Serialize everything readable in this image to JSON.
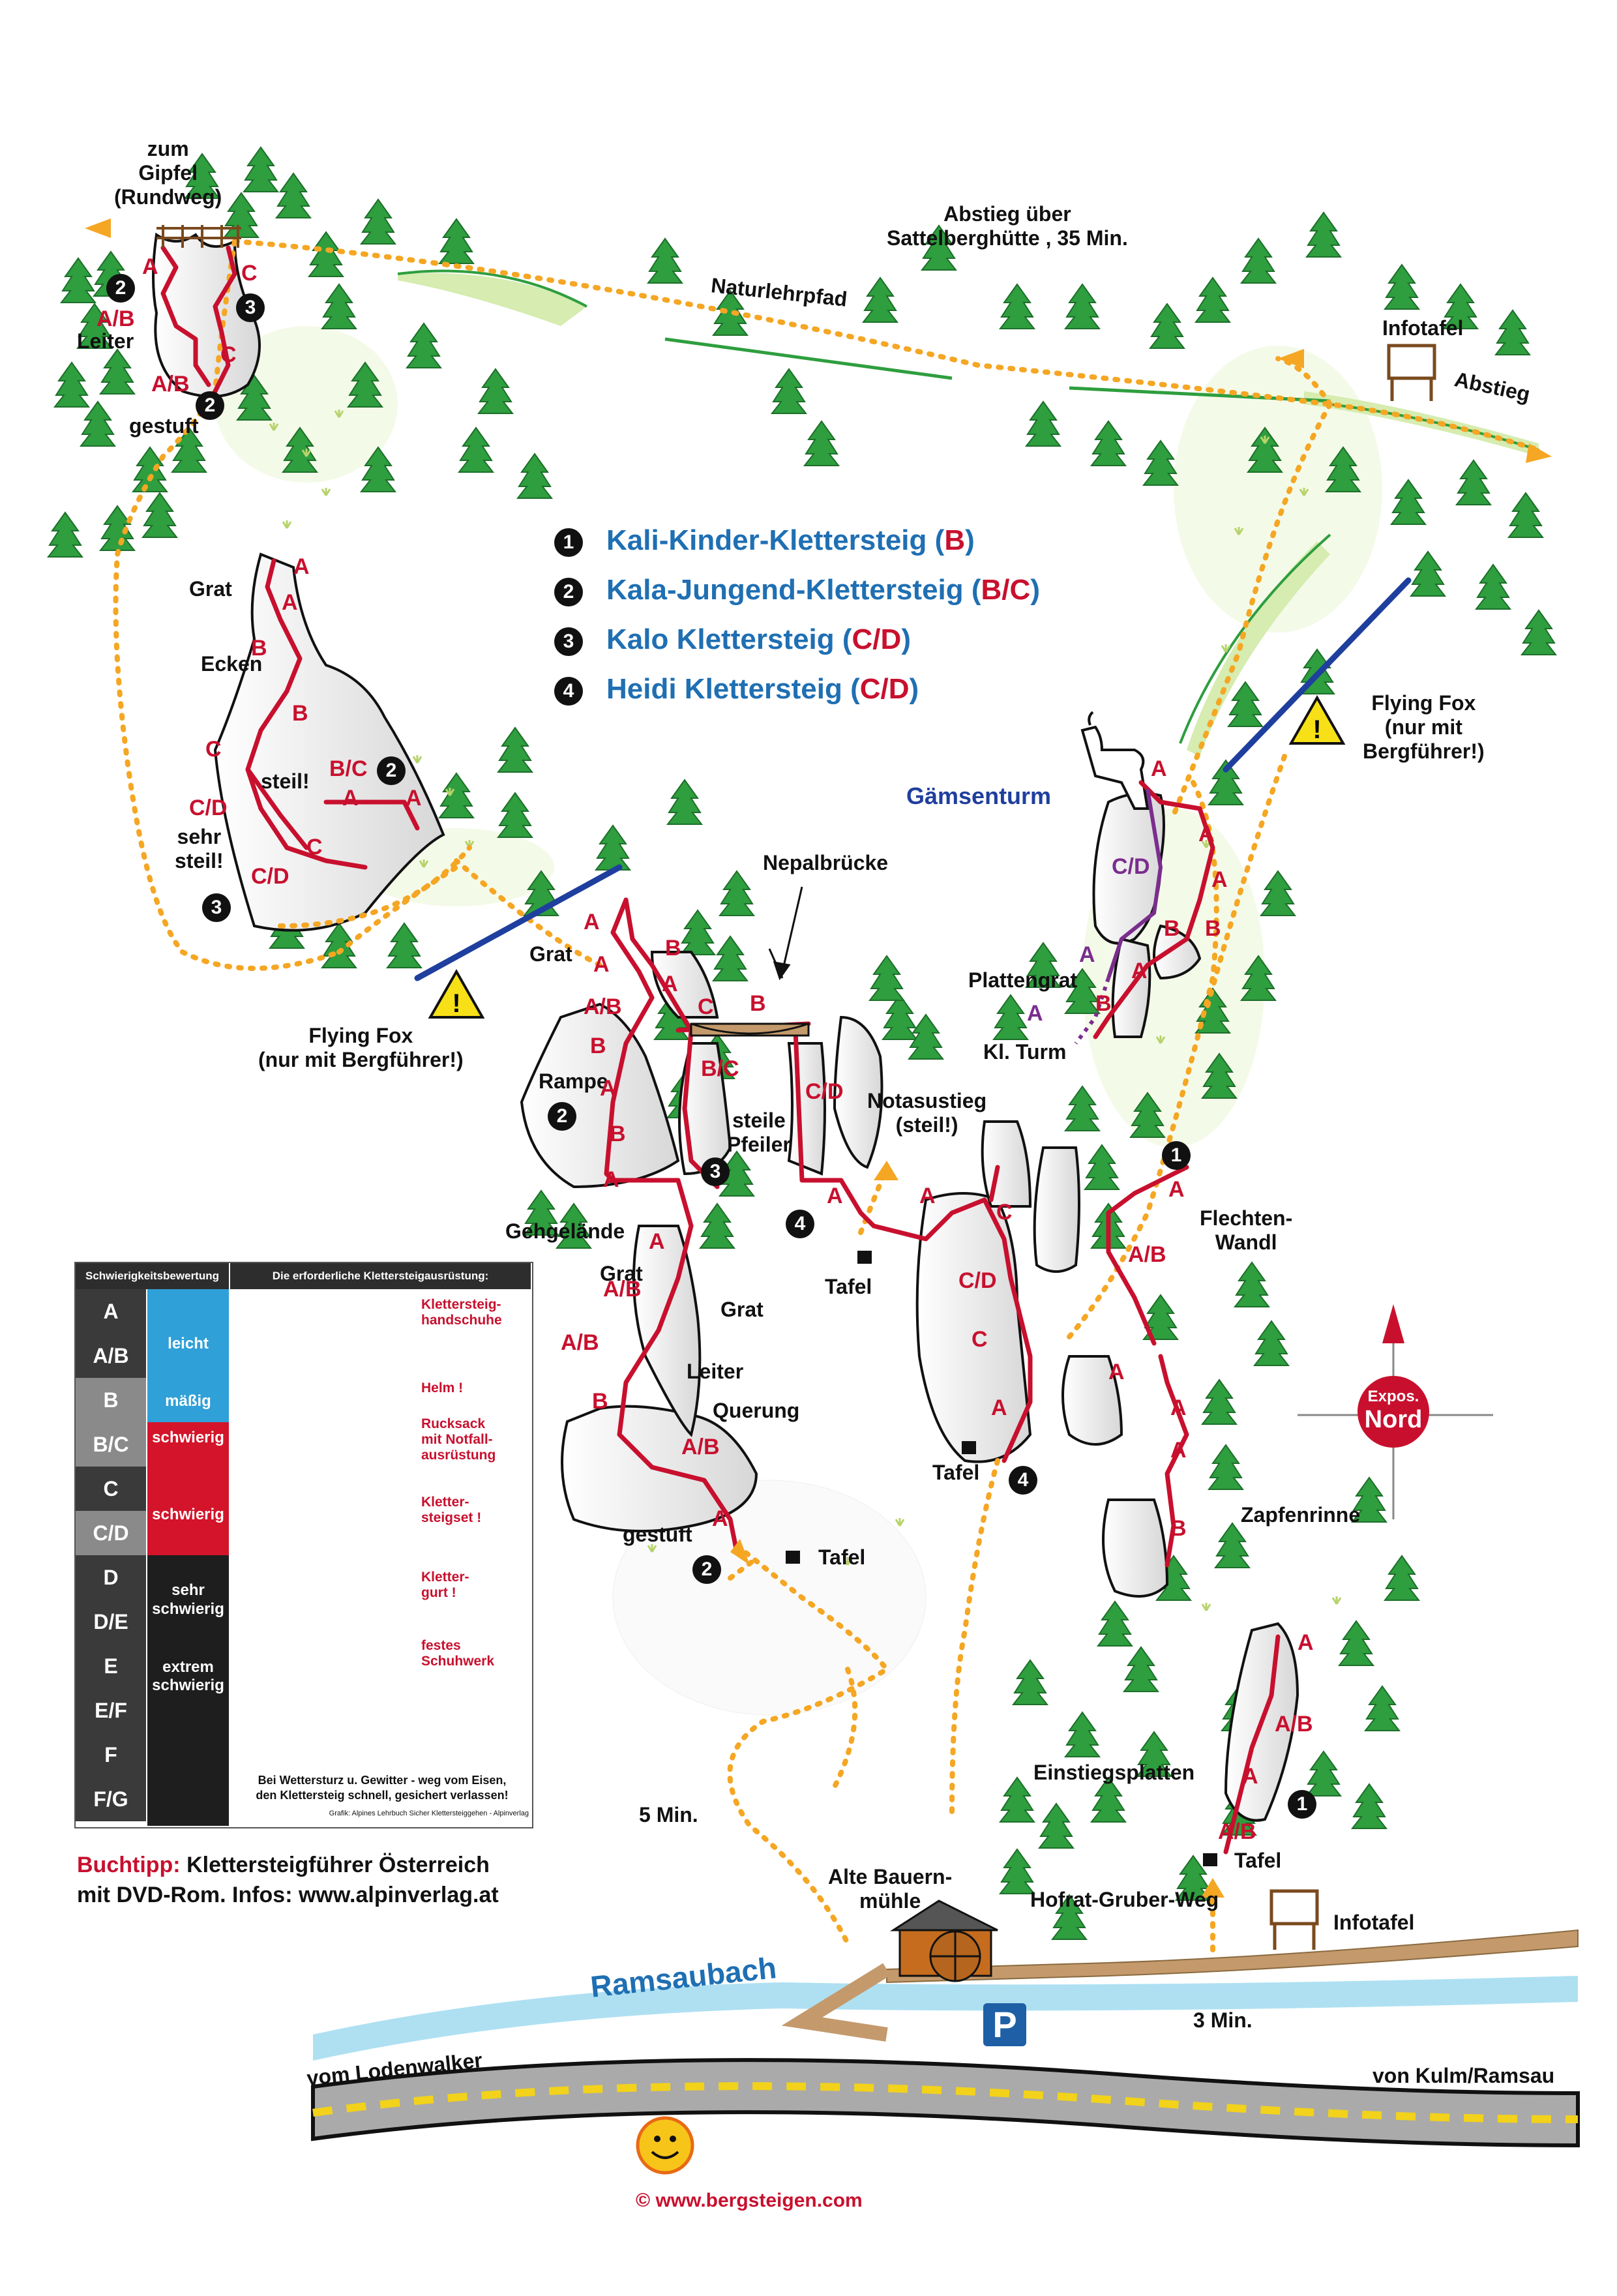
{
  "legend": {
    "routes": [
      {
        "num": "1",
        "name": "Kali-Kinder-Klettersteig",
        "grade": "B"
      },
      {
        "num": "2",
        "name": "Kala-Jungend-Klettersteig",
        "grade": "B/C"
      },
      {
        "num": "3",
        "name": "Kalo Klettersteig",
        "grade": "C/D"
      },
      {
        "num": "4",
        "name": "Heidi Klettersteig",
        "grade": "C/D"
      }
    ]
  },
  "labels": {
    "zum_gipfel": "zum\nGipfel\n(Rundweg)",
    "abstieg_sattelberg": "Abstieg über\nSattelberghütte , 35 Min.",
    "naturlehrpfad": "Naturlehrpfad",
    "infotafel_top": "Infotafel",
    "abstieg": "Abstieg",
    "leiter_top": "Leiter",
    "gestuft_top": "gestuft",
    "grat_left": "Grat",
    "ecken": "Ecken",
    "steil": "steil!",
    "sehr_steil": "sehr\nsteil!",
    "flying_fox_left": "Flying Fox\n(nur mit Bergführer!)",
    "flying_fox_right": "Flying Fox\n(nur mit\nBergführer!)",
    "gaemsenturm": "Gämsenturm",
    "nepalbruecke": "Nepalbrücke",
    "grat_mid": "Grat",
    "rampe": "Rampe",
    "steile_pfeiler": "steile\nPfeiler",
    "notasustieg": "Notasustieg\n(steil!)",
    "plattengrat": "Plattengrat",
    "kl_turm": "Kl. Turm",
    "gehgelaende": "Gehgelände",
    "grat_lower": "Grat",
    "grat_lower2": "Grat",
    "leiter_mid": "Leiter",
    "querung": "Querung",
    "gestuft_mid": "gestuft",
    "tafel_a": "Tafel",
    "tafel_b": "Tafel",
    "tafel_c": "Tafel",
    "tafel_d": "Tafel",
    "flechten": "Flechten-\nWandl",
    "zapfenrinne": "Zapfenrinne",
    "einstiegsplatten": "Einstiegsplatten",
    "five_min": "5 Min.",
    "alte_bauern": "Alte Bauern-\nmühle",
    "hofrat": "Hofrat-Gruber-Weg",
    "infotafel_bottom": "Infotafel",
    "three_min": "3 Min.",
    "ramsaubach": "Ramsaubach",
    "vom_lodenwalker": "vom Lodenwalker",
    "von_kulm": "von Kulm/Ramsau",
    "parking": "P",
    "expos": "Expos.",
    "nord": "Nord",
    "copyright": "©  www.bergsteigen.com"
  },
  "grades": {
    "top": [
      "A",
      "A/B",
      "C",
      "C",
      "A/B"
    ],
    "left": [
      "A",
      "A",
      "B",
      "B",
      "C",
      "B/C",
      "A",
      "A",
      "C/D",
      "C",
      "C/D"
    ],
    "mid": [
      "A",
      "B",
      "A",
      "A",
      "A/B",
      "B",
      "C",
      "B",
      "B/C",
      "A",
      "B",
      "A",
      "A",
      "A/B",
      "A/B",
      "B",
      "A/B",
      "A",
      "C/D",
      "A",
      "A"
    ],
    "right": [
      "A",
      "C/D",
      "A",
      "B",
      "A",
      "A",
      "B",
      "A",
      "A",
      "B",
      "C",
      "C/D",
      "C",
      "A",
      "A",
      "A/B",
      "A",
      "A",
      "A",
      "B",
      "A",
      "A/B",
      "A",
      "A/B"
    ]
  },
  "panel": {
    "header_left": "Schwierigkeitsbewertung",
    "header_right": "Die erforderliche Klettersteigausrüstung:",
    "grades": [
      "A",
      "A/B",
      "B",
      "B/C",
      "C",
      "C/D",
      "D",
      "D/E",
      "E",
      "E/F",
      "F",
      "F/G"
    ],
    "categories": [
      "leicht",
      "mäßig",
      "schwierig",
      "schwierig",
      "sehr\nschwierig",
      "extrem\nschwierig"
    ],
    "gear": [
      "Klettersteig-\nhandschuhe",
      "Helm !",
      "Rucksack\nmit Notfall-\nausrüstung",
      "Kletter-\nsteigset !",
      "Kletter-\ngurt !",
      "festes\nSchuhwerk"
    ],
    "warning": "Bei Wettersturz u. Gewitter - weg vom Eisen,\nden Klettersteig schnell, gesichert verlassen!",
    "credit": "Grafik: Alpines Lehrbuch Sicher Klettersteiggehen - Alpinverlag"
  },
  "book": {
    "prefix": "Buchtipp:",
    "line1": " Klettersteigführer Österreich",
    "line2": "mit DVD-Rom. Infos: www.alpinverlag.at"
  },
  "colors": {
    "route_red": "#c8102e",
    "path_orange": "#f5a623",
    "legend_blue": "#1f6fb3",
    "flying_fox_blue": "#1f3f9e",
    "tree_green": "#2e9e3e",
    "river_blue": "#aee0f2",
    "road_yellow": "#f2d21b",
    "violet": "#7b2d8e"
  }
}
